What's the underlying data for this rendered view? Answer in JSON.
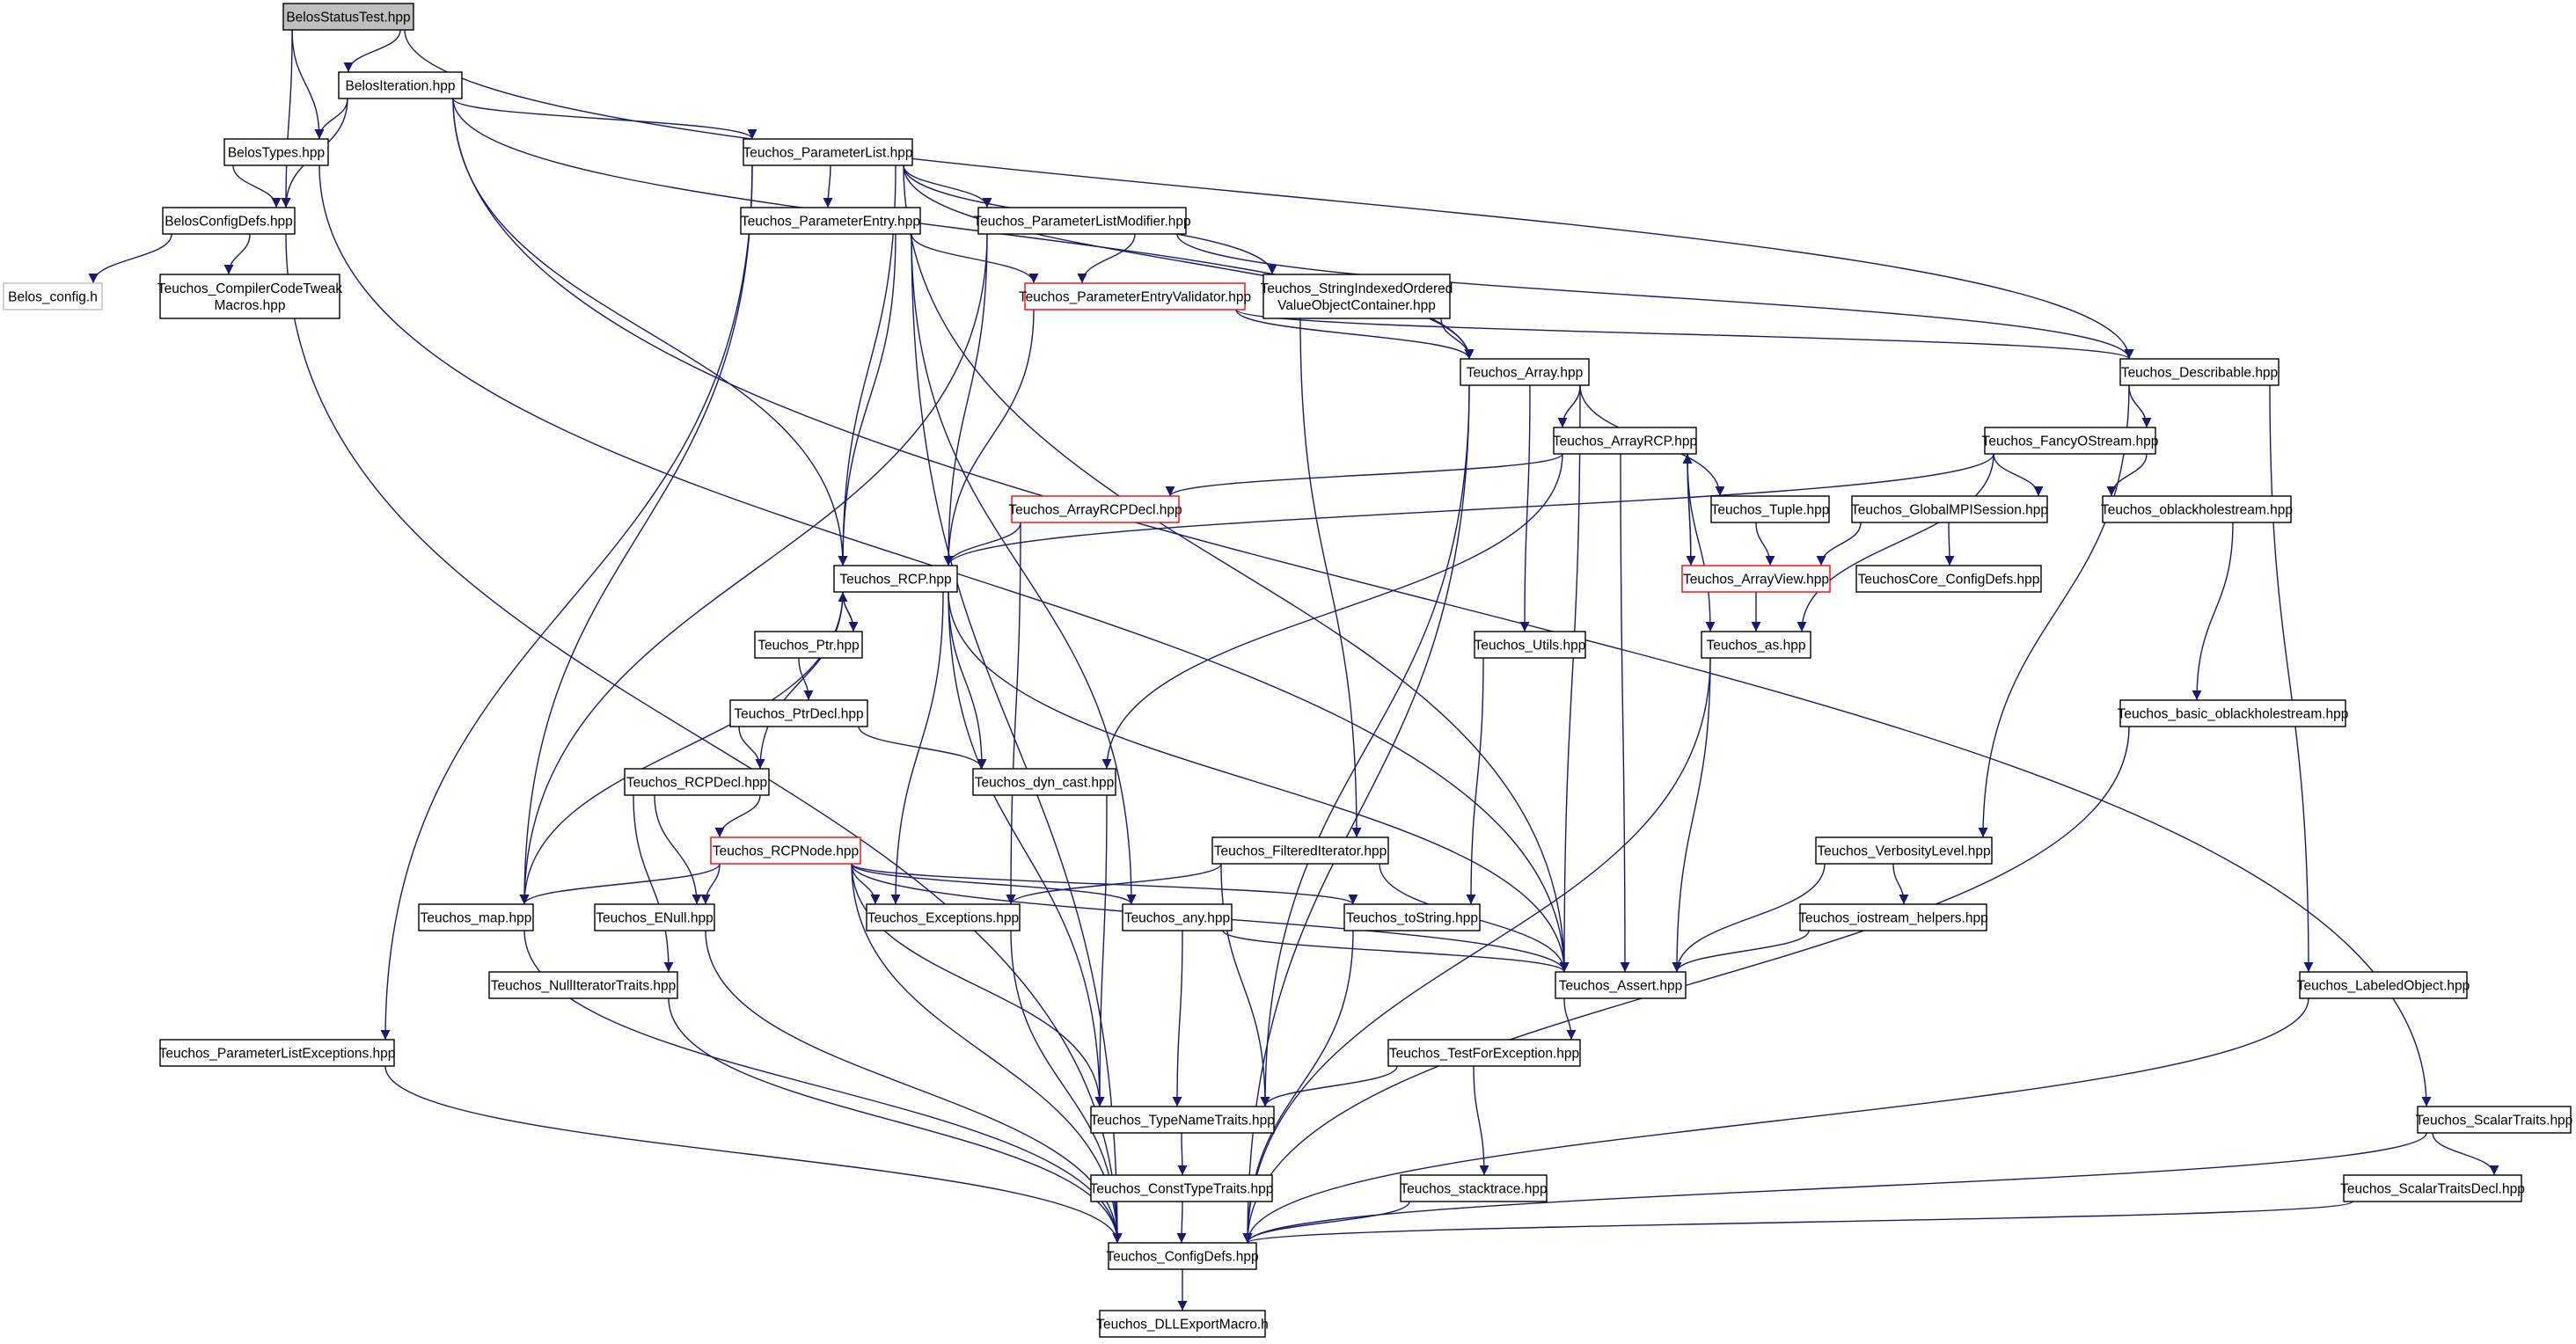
{
  "colors": {
    "background": "#ffffff",
    "edge": "#191970",
    "border_default": "#000000",
    "border_truncated": "#ff0000",
    "border_external": "#bfbfbf",
    "fill_root": "#bfbfbf",
    "fill_default": "#ffffff"
  },
  "nodes": [
    {
      "id": "BelosStatusTest",
      "label": "BelosStatusTest.hpp",
      "style": "root"
    },
    {
      "id": "BelosIteration",
      "label": "BelosIteration.hpp",
      "style": "normal"
    },
    {
      "id": "BelosTypes",
      "label": "BelosTypes.hpp",
      "style": "normal"
    },
    {
      "id": "BelosConfigDefs",
      "label": "BelosConfigDefs.hpp",
      "style": "normal"
    },
    {
      "id": "Belos_config",
      "label": "Belos_config.h",
      "style": "external"
    },
    {
      "id": "CompilerCodeTweak",
      "label": "Teuchos_CompilerCodeTweak\nMacros.hpp",
      "style": "normal"
    },
    {
      "id": "ParameterList",
      "label": "Teuchos_ParameterList.hpp",
      "style": "normal"
    },
    {
      "id": "ParameterEntry",
      "label": "Teuchos_ParameterEntry.hpp",
      "style": "normal"
    },
    {
      "id": "ParameterListModifier",
      "label": "Teuchos_ParameterListModifier.hpp",
      "style": "normal"
    },
    {
      "id": "ParameterEntryValidator",
      "label": "Teuchos_ParameterEntryValidator.hpp",
      "style": "truncated"
    },
    {
      "id": "StringIndexed",
      "label": "Teuchos_StringIndexedOrdered\nValueObjectContainer.hpp",
      "style": "normal"
    },
    {
      "id": "Array",
      "label": "Teuchos_Array.hpp",
      "style": "normal"
    },
    {
      "id": "Describable",
      "label": "Teuchos_Describable.hpp",
      "style": "normal"
    },
    {
      "id": "ArrayRCP",
      "label": "Teuchos_ArrayRCP.hpp",
      "style": "normal"
    },
    {
      "id": "FancyOStream",
      "label": "Teuchos_FancyOStream.hpp",
      "style": "normal"
    },
    {
      "id": "ArrayRCPDecl",
      "label": "Teuchos_ArrayRCPDecl.hpp",
      "style": "truncated"
    },
    {
      "id": "Tuple",
      "label": "Teuchos_Tuple.hpp",
      "style": "normal"
    },
    {
      "id": "GlobalMPISession",
      "label": "Teuchos_GlobalMPISession.hpp",
      "style": "normal"
    },
    {
      "id": "oblackholestream",
      "label": "Teuchos_oblackholestream.hpp",
      "style": "normal"
    },
    {
      "id": "RCP",
      "label": "Teuchos_RCP.hpp",
      "style": "normal"
    },
    {
      "id": "ArrayView",
      "label": "Teuchos_ArrayView.hpp",
      "style": "truncated"
    },
    {
      "id": "CoreConfigDefs",
      "label": "TeuchosCore_ConfigDefs.hpp",
      "style": "normal"
    },
    {
      "id": "Ptr",
      "label": "Teuchos_Ptr.hpp",
      "style": "normal"
    },
    {
      "id": "Utils",
      "label": "Teuchos_Utils.hpp",
      "style": "normal"
    },
    {
      "id": "as",
      "label": "Teuchos_as.hpp",
      "style": "normal"
    },
    {
      "id": "PtrDecl",
      "label": "Teuchos_PtrDecl.hpp",
      "style": "normal"
    },
    {
      "id": "basic_oblackholestream",
      "label": "Teuchos_basic_oblackholestream.hpp",
      "style": "normal"
    },
    {
      "id": "RCPDecl",
      "label": "Teuchos_RCPDecl.hpp",
      "style": "normal"
    },
    {
      "id": "dyn_cast",
      "label": "Teuchos_dyn_cast.hpp",
      "style": "normal"
    },
    {
      "id": "RCPNode",
      "label": "Teuchos_RCPNode.hpp",
      "style": "truncated"
    },
    {
      "id": "FilteredIterator",
      "label": "Teuchos_FilteredIterator.hpp",
      "style": "normal"
    },
    {
      "id": "VerbosityLevel",
      "label": "Teuchos_VerbosityLevel.hpp",
      "style": "normal"
    },
    {
      "id": "map",
      "label": "Teuchos_map.hpp",
      "style": "normal"
    },
    {
      "id": "ENull",
      "label": "Teuchos_ENull.hpp",
      "style": "normal"
    },
    {
      "id": "Exceptions",
      "label": "Teuchos_Exceptions.hpp",
      "style": "normal"
    },
    {
      "id": "any",
      "label": "Teuchos_any.hpp",
      "style": "normal"
    },
    {
      "id": "toString",
      "label": "Teuchos_toString.hpp",
      "style": "normal"
    },
    {
      "id": "iostream_helpers",
      "label": "Teuchos_iostream_helpers.hpp",
      "style": "normal"
    },
    {
      "id": "NullIteratorTraits",
      "label": "Teuchos_NullIteratorTraits.hpp",
      "style": "normal"
    },
    {
      "id": "Assert",
      "label": "Teuchos_Assert.hpp",
      "style": "normal"
    },
    {
      "id": "LabeledObject",
      "label": "Teuchos_LabeledObject.hpp",
      "style": "normal"
    },
    {
      "id": "ParameterListExceptions",
      "label": "Teuchos_ParameterListExceptions.hpp",
      "style": "normal"
    },
    {
      "id": "TestForException",
      "label": "Teuchos_TestForException.hpp",
      "style": "normal"
    },
    {
      "id": "TypeNameTraits",
      "label": "Teuchos_TypeNameTraits.hpp",
      "style": "normal"
    },
    {
      "id": "ScalarTraits",
      "label": "Teuchos_ScalarTraits.hpp",
      "style": "normal"
    },
    {
      "id": "ConstTypeTraits",
      "label": "Teuchos_ConstTypeTraits.hpp",
      "style": "normal"
    },
    {
      "id": "stacktrace",
      "label": "Teuchos_stacktrace.hpp",
      "style": "normal"
    },
    {
      "id": "ScalarTraitsDecl",
      "label": "Teuchos_ScalarTraitsDecl.hpp",
      "style": "normal"
    },
    {
      "id": "ConfigDefs",
      "label": "Teuchos_ConfigDefs.hpp",
      "style": "normal"
    },
    {
      "id": "DLLExportMacro",
      "label": "Teuchos_DLLExportMacro.h",
      "style": "normal"
    }
  ],
  "edges": [
    [
      "BelosStatusTest",
      "BelosIteration"
    ],
    [
      "BelosStatusTest",
      "BelosTypes"
    ],
    [
      "BelosStatusTest",
      "BelosConfigDefs"
    ],
    [
      "BelosStatusTest",
      "Describable"
    ],
    [
      "BelosIteration",
      "BelosTypes"
    ],
    [
      "BelosIteration",
      "BelosConfigDefs"
    ],
    [
      "BelosIteration",
      "ParameterList"
    ],
    [
      "BelosIteration",
      "Array"
    ],
    [
      "BelosIteration",
      "RCP"
    ],
    [
      "BelosIteration",
      "ScalarTraits"
    ],
    [
      "BelosTypes",
      "BelosConfigDefs"
    ],
    [
      "BelosTypes",
      "Assert"
    ],
    [
      "BelosConfigDefs",
      "Belos_config"
    ],
    [
      "BelosConfigDefs",
      "CompilerCodeTweak"
    ],
    [
      "BelosConfigDefs",
      "ConfigDefs"
    ],
    [
      "ParameterList",
      "ParameterEntry"
    ],
    [
      "ParameterList",
      "ParameterListModifier"
    ],
    [
      "ParameterList",
      "StringIndexed"
    ],
    [
      "ParameterList",
      "Array"
    ],
    [
      "ParameterList",
      "RCP"
    ],
    [
      "ParameterList",
      "map"
    ],
    [
      "ParameterList",
      "ParameterListExceptions"
    ],
    [
      "ParameterList",
      "Assert"
    ],
    [
      "ParameterEntry",
      "ParameterEntryValidator"
    ],
    [
      "ParameterEntry",
      "RCP"
    ],
    [
      "ParameterEntry",
      "any"
    ],
    [
      "ParameterEntry",
      "ConfigDefs"
    ],
    [
      "ParameterListModifier",
      "ParameterEntryValidator"
    ],
    [
      "ParameterListModifier",
      "RCP"
    ],
    [
      "ParameterListModifier",
      "map"
    ],
    [
      "ParameterListModifier",
      "Describable"
    ],
    [
      "ParameterEntryValidator",
      "RCP"
    ],
    [
      "ParameterEntryValidator",
      "Array"
    ],
    [
      "ParameterEntryValidator",
      "Describable"
    ],
    [
      "StringIndexed",
      "Array"
    ],
    [
      "StringIndexed",
      "FilteredIterator"
    ],
    [
      "Array",
      "ArrayRCP"
    ],
    [
      "Array",
      "Tuple"
    ],
    [
      "Array",
      "Utils"
    ],
    [
      "Array",
      "Assert"
    ],
    [
      "Array",
      "TypeNameTraits"
    ],
    [
      "Array",
      "ConfigDefs"
    ],
    [
      "Describable",
      "FancyOStream"
    ],
    [
      "Describable",
      "VerbosityLevel"
    ],
    [
      "Describable",
      "LabeledObject"
    ],
    [
      "ArrayRCP",
      "ArrayRCPDecl"
    ],
    [
      "ArrayRCP",
      "ArrayView"
    ],
    [
      "ArrayRCP",
      "as"
    ],
    [
      "ArrayRCP",
      "dyn_cast"
    ],
    [
      "ArrayRCP",
      "Assert"
    ],
    [
      "ArrayView",
      "ArrayRCP"
    ],
    [
      "ArrayView",
      "as"
    ],
    [
      "FancyOStream",
      "GlobalMPISession"
    ],
    [
      "FancyOStream",
      "oblackholestream"
    ],
    [
      "FancyOStream",
      "RCP"
    ],
    [
      "FancyOStream",
      "as"
    ],
    [
      "ArrayRCPDecl",
      "RCP"
    ],
    [
      "ArrayRCPDecl",
      "Exceptions"
    ],
    [
      "Tuple",
      "ArrayView"
    ],
    [
      "GlobalMPISession",
      "ArrayView"
    ],
    [
      "GlobalMPISession",
      "CoreConfigDefs"
    ],
    [
      "oblackholestream",
      "basic_oblackholestream"
    ],
    [
      "RCP",
      "Ptr"
    ],
    [
      "RCP",
      "RCPDecl"
    ],
    [
      "RCP",
      "dyn_cast"
    ],
    [
      "RCP",
      "map"
    ],
    [
      "RCP",
      "Exceptions"
    ],
    [
      "RCP",
      "Assert"
    ],
    [
      "RCP",
      "TypeNameTraits"
    ],
    [
      "Ptr",
      "RCP"
    ],
    [
      "Ptr",
      "PtrDecl"
    ],
    [
      "PtrDecl",
      "RCPDecl"
    ],
    [
      "PtrDecl",
      "dyn_cast"
    ],
    [
      "Utils",
      "toString"
    ],
    [
      "as",
      "Assert"
    ],
    [
      "as",
      "ConfigDefs"
    ],
    [
      "basic_oblackholestream",
      "ConfigDefs"
    ],
    [
      "RCPDecl",
      "RCPNode"
    ],
    [
      "RCPDecl",
      "ENull"
    ],
    [
      "RCPDecl",
      "NullIteratorTraits"
    ],
    [
      "dyn_cast",
      "TypeNameTraits"
    ],
    [
      "RCPNode",
      "map"
    ],
    [
      "RCPNode",
      "ENull"
    ],
    [
      "RCPNode",
      "Exceptions"
    ],
    [
      "RCPNode",
      "any"
    ],
    [
      "RCPNode",
      "toString"
    ],
    [
      "RCPNode",
      "Assert"
    ],
    [
      "RCPNode",
      "TypeNameTraits"
    ],
    [
      "RCPNode",
      "ConfigDefs"
    ],
    [
      "FilteredIterator",
      "Exceptions"
    ],
    [
      "FilteredIterator",
      "Assert"
    ],
    [
      "FilteredIterator",
      "TypeNameTraits"
    ],
    [
      "VerbosityLevel",
      "iostream_helpers"
    ],
    [
      "VerbosityLevel",
      "Assert"
    ],
    [
      "iostream_helpers",
      "Assert"
    ],
    [
      "map",
      "ConfigDefs"
    ],
    [
      "ENull",
      "ConfigDefs"
    ],
    [
      "Exceptions",
      "ConfigDefs"
    ],
    [
      "any",
      "Assert"
    ],
    [
      "any",
      "TypeNameTraits"
    ],
    [
      "toString",
      "ConfigDefs"
    ],
    [
      "NullIteratorTraits",
      "ConfigDefs"
    ],
    [
      "Assert",
      "TestForException"
    ],
    [
      "LabeledObject",
      "ConfigDefs"
    ],
    [
      "ParameterListExceptions",
      "ConfigDefs"
    ],
    [
      "TestForException",
      "TypeNameTraits"
    ],
    [
      "TestForException",
      "stacktrace"
    ],
    [
      "TypeNameTraits",
      "ConstTypeTraits"
    ],
    [
      "ConstTypeTraits",
      "ConfigDefs"
    ],
    [
      "stacktrace",
      "ConfigDefs"
    ],
    [
      "ScalarTraits",
      "ScalarTraitsDecl"
    ],
    [
      "ScalarTraits",
      "ConfigDefs"
    ],
    [
      "ScalarTraitsDecl",
      "ConfigDefs"
    ],
    [
      "ConfigDefs",
      "DLLExportMacro"
    ]
  ]
}
